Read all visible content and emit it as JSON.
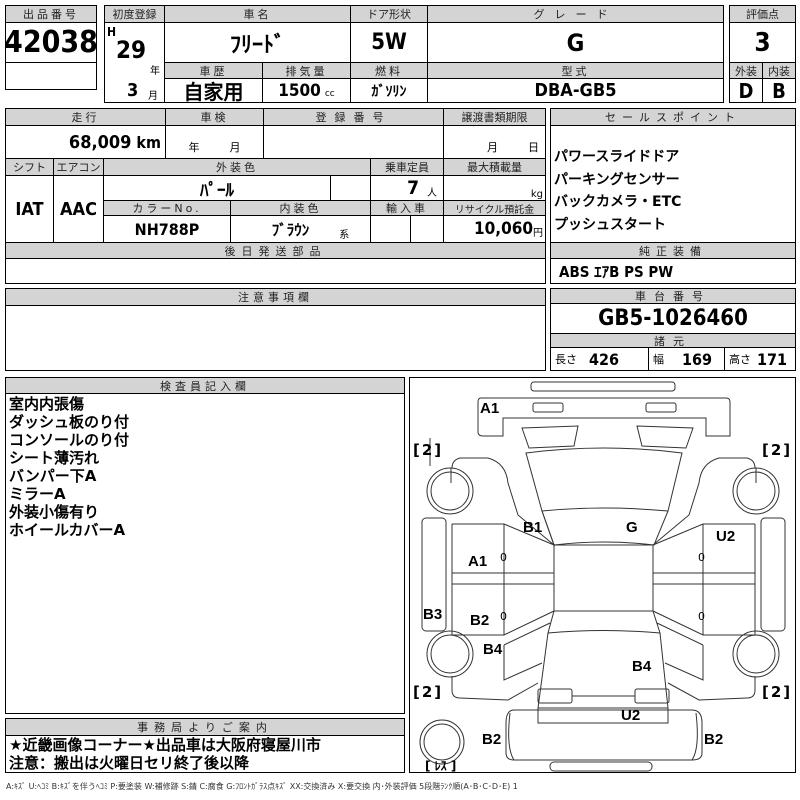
{
  "lot": {
    "label": "出品番号",
    "value": "42038"
  },
  "first_reg": {
    "label": "初度登録",
    "era": "H",
    "year": "29",
    "year_unit": "年",
    "month": "3",
    "month_unit": "月"
  },
  "car_name": {
    "label": "車名",
    "value": "ﾌﾘｰﾄﾞ"
  },
  "door": {
    "label": "ドア形状",
    "value": "5W"
  },
  "grade": {
    "label": "グレード",
    "value": "G"
  },
  "score": {
    "label": "評価点",
    "value": "3",
    "ext_label": "外装",
    "int_label": "内装",
    "ext": "D",
    "int": "B"
  },
  "history": {
    "label": "車歴",
    "value": "自家用"
  },
  "displacement": {
    "label": "排気量",
    "value": "1500",
    "unit": "cc"
  },
  "fuel": {
    "label": "燃料",
    "value": "ｶﾞｿﾘﾝ"
  },
  "model": {
    "label": "型式",
    "value": "DBA-GB5"
  },
  "mileage": {
    "label": "走行",
    "value": "68,009",
    "unit": "km"
  },
  "inspection": {
    "label": "車検",
    "year_unit": "年",
    "month_unit": "月"
  },
  "reg_no": {
    "label": "登録番号"
  },
  "transfer": {
    "label": "譲渡書類期限",
    "month_unit": "月",
    "day_unit": "日"
  },
  "shift": {
    "label": "シフト",
    "value": "IAT"
  },
  "ac": {
    "label": "エアコン",
    "value": "AAC"
  },
  "ext_color": {
    "label": "外装色",
    "value": "ﾊﾟｰﾙ"
  },
  "capacity": {
    "label": "乗車定員",
    "value": "7",
    "unit": "人"
  },
  "max_load": {
    "label": "最大積載量",
    "unit": "kg"
  },
  "color_no": {
    "label": "カラーNo.",
    "value": "NH788P"
  },
  "int_color": {
    "label": "内装色",
    "value": "ﾌﾞﾗｳﾝ",
    "suffix": "系"
  },
  "import": {
    "label": "輸入車"
  },
  "recycle": {
    "label": "リサイクル預託金",
    "value": "10,060",
    "unit": "円"
  },
  "later_parts": {
    "label": "後日発送部品"
  },
  "sales_points": {
    "label": "セールスポイント",
    "items": [
      "パワースライドドア",
      "パーキングセンサー",
      "バックカメラ・ETC",
      "プッシュスタート"
    ]
  },
  "equipment": {
    "label": "純正装備",
    "value": "ABS ｴｱB PS PW"
  },
  "notes": {
    "label": "注意事項欄"
  },
  "chassis": {
    "label": "車台番号",
    "value": "GB5-1026460"
  },
  "specs": {
    "label": "諸元",
    "length_label": "長さ",
    "length": "426",
    "width_label": "幅",
    "width": "169",
    "height_label": "高さ",
    "height": "171"
  },
  "inspector": {
    "label": "検査員記入欄",
    "items": [
      "室内内張傷",
      "ダッシュ板のり付",
      "コンソールのり付",
      "シート薄汚れ",
      "バンパー下A",
      "ミラーA",
      "外装小傷有り",
      "ホイールカバーA"
    ]
  },
  "diagram": {
    "marks": {
      "front": "A1",
      "b1": "B1",
      "g": "G",
      "u2_right": "U2",
      "a1_left": "A1",
      "b3": "B3",
      "b2_left": "B2",
      "b4_left": "B4",
      "b4_rear": "B4",
      "u2_rear": "U2",
      "b2_rear_l": "B2",
      "b2_rear_r": "B2"
    },
    "tire": "2",
    "zero": "0",
    "spare": "[ ﾚｽ ]"
  },
  "office": {
    "label": "事務局よりご案内",
    "line1": "★近畿画像コーナー★出品車は大阪府寝屋川市",
    "line2": "注意：搬出は火曜日セリ終了後以降"
  },
  "legend": "A:ｷｽﾞ U:ﾍｺﾐ B:ｷｽﾞを伴うﾍｺﾐ P:要塗装 W:補修跡 S:錆 C:腐食 G:ﾌﾛﾝﾄｶﾞﾗｽ点ｷｽﾞ XX:交換済み X:要交換 内･外装評価 5段階ﾗﾝｸ順(A･B･C･D･E) 1"
}
